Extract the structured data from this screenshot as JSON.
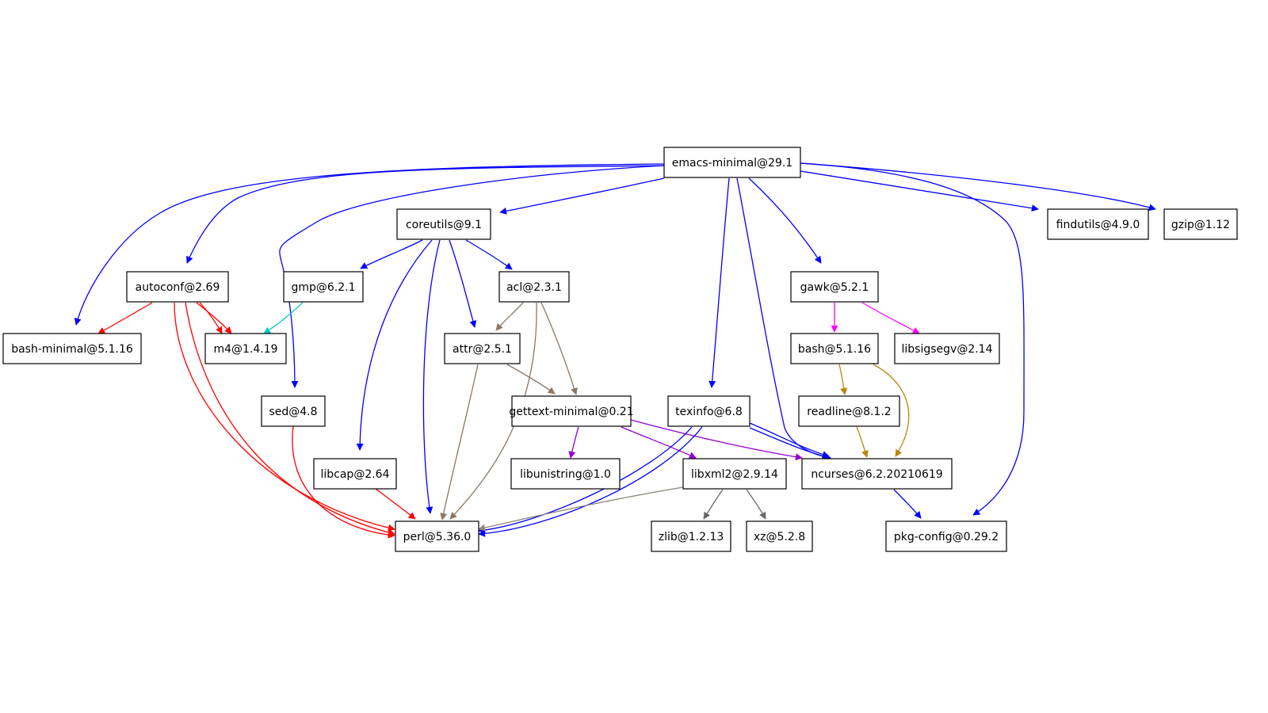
{
  "graph": {
    "nodes": [
      {
        "id": "emacs",
        "label": "emacs-minimal@29.1"
      },
      {
        "id": "coreutils",
        "label": "coreutils@9.1"
      },
      {
        "id": "findutils",
        "label": "findutils@4.9.0"
      },
      {
        "id": "gzip",
        "label": "gzip@1.12"
      },
      {
        "id": "autoconf",
        "label": "autoconf@2.69"
      },
      {
        "id": "gmp",
        "label": "gmp@6.2.1"
      },
      {
        "id": "acl",
        "label": "acl@2.3.1"
      },
      {
        "id": "gawk",
        "label": "gawk@5.2.1"
      },
      {
        "id": "bashmin",
        "label": "bash-minimal@5.1.16"
      },
      {
        "id": "m4",
        "label": "m4@1.4.19"
      },
      {
        "id": "attr",
        "label": "attr@2.5.1"
      },
      {
        "id": "bash",
        "label": "bash@5.1.16"
      },
      {
        "id": "libsigsegv",
        "label": "libsigsegv@2.14"
      },
      {
        "id": "sed",
        "label": "sed@4.8"
      },
      {
        "id": "gettext",
        "label": "gettext-minimal@0.21"
      },
      {
        "id": "texinfo",
        "label": "texinfo@6.8"
      },
      {
        "id": "readline",
        "label": "readline@8.1.2"
      },
      {
        "id": "libcap",
        "label": "libcap@2.64"
      },
      {
        "id": "libunistring",
        "label": "libunistring@1.0"
      },
      {
        "id": "libxml2",
        "label": "libxml2@2.9.14"
      },
      {
        "id": "ncurses",
        "label": "ncurses@6.2.20210619"
      },
      {
        "id": "perl",
        "label": "perl@5.36.0"
      },
      {
        "id": "zlib",
        "label": "zlib@1.2.13"
      },
      {
        "id": "xz",
        "label": "xz@5.2.8"
      },
      {
        "id": "pkgconfig",
        "label": "pkg-config@0.29.2"
      }
    ],
    "edges": [
      {
        "from": "emacs",
        "to": "coreutils",
        "color": "#0000ff"
      },
      {
        "from": "emacs",
        "to": "findutils",
        "color": "#0000ff"
      },
      {
        "from": "emacs",
        "to": "gzip",
        "color": "#0000ff"
      },
      {
        "from": "emacs",
        "to": "autoconf",
        "color": "#0000ff"
      },
      {
        "from": "emacs",
        "to": "bashmin",
        "color": "#0000ff"
      },
      {
        "from": "emacs",
        "to": "sed",
        "color": "#0000ff"
      },
      {
        "from": "emacs",
        "to": "gawk",
        "color": "#0000ff"
      },
      {
        "from": "emacs",
        "to": "texinfo",
        "color": "#0000ff"
      },
      {
        "from": "emacs",
        "to": "ncurses",
        "color": "#0000ff"
      },
      {
        "from": "emacs",
        "to": "pkgconfig",
        "color": "#0000ff"
      },
      {
        "from": "coreutils",
        "to": "gmp",
        "color": "#0000ff"
      },
      {
        "from": "coreutils",
        "to": "acl",
        "color": "#0000ff"
      },
      {
        "from": "coreutils",
        "to": "attr",
        "color": "#0000ff"
      },
      {
        "from": "coreutils",
        "to": "libcap",
        "color": "#0000ff"
      },
      {
        "from": "coreutils",
        "to": "perl",
        "color": "#0000ff"
      },
      {
        "from": "autoconf",
        "to": "bashmin",
        "color": "#ff0000"
      },
      {
        "from": "autoconf",
        "to": "m4",
        "color": "#ff0000"
      },
      {
        "from": "autoconf",
        "to": "m4",
        "color": "#ff0000"
      },
      {
        "from": "autoconf",
        "to": "perl",
        "color": "#ff0000"
      },
      {
        "from": "autoconf",
        "to": "perl",
        "color": "#ff0000"
      },
      {
        "from": "gmp",
        "to": "m4",
        "color": "#00c8c8"
      },
      {
        "from": "acl",
        "to": "attr",
        "color": "#8b7765"
      },
      {
        "from": "acl",
        "to": "gettext",
        "color": "#8b7765"
      },
      {
        "from": "acl",
        "to": "perl",
        "color": "#8b7765"
      },
      {
        "from": "attr",
        "to": "gettext",
        "color": "#8b7765"
      },
      {
        "from": "attr",
        "to": "perl",
        "color": "#8b7765"
      },
      {
        "from": "gawk",
        "to": "bash",
        "color": "#ff00ff"
      },
      {
        "from": "gawk",
        "to": "libsigsegv",
        "color": "#ff00ff"
      },
      {
        "from": "bash",
        "to": "readline",
        "color": "#b8860b"
      },
      {
        "from": "bash",
        "to": "ncurses",
        "color": "#b8860b"
      },
      {
        "from": "readline",
        "to": "ncurses",
        "color": "#b8860b"
      },
      {
        "from": "sed",
        "to": "perl",
        "color": "#ff0000"
      },
      {
        "from": "gettext",
        "to": "libunistring",
        "color": "#9400d3"
      },
      {
        "from": "gettext",
        "to": "libxml2",
        "color": "#9400d3"
      },
      {
        "from": "gettext",
        "to": "ncurses",
        "color": "#9400d3"
      },
      {
        "from": "texinfo",
        "to": "ncurses",
        "color": "#0000ff"
      },
      {
        "from": "texinfo",
        "to": "ncurses",
        "color": "#0000ff"
      },
      {
        "from": "texinfo",
        "to": "perl",
        "color": "#0000ff"
      },
      {
        "from": "texinfo",
        "to": "perl",
        "color": "#0000ff"
      },
      {
        "from": "libcap",
        "to": "perl",
        "color": "#ff0000"
      },
      {
        "from": "libxml2",
        "to": "perl",
        "color": "#8b8378"
      },
      {
        "from": "libxml2",
        "to": "zlib",
        "color": "#696969"
      },
      {
        "from": "libxml2",
        "to": "xz",
        "color": "#696969"
      },
      {
        "from": "ncurses",
        "to": "pkgconfig",
        "color": "#0000ff"
      }
    ]
  }
}
